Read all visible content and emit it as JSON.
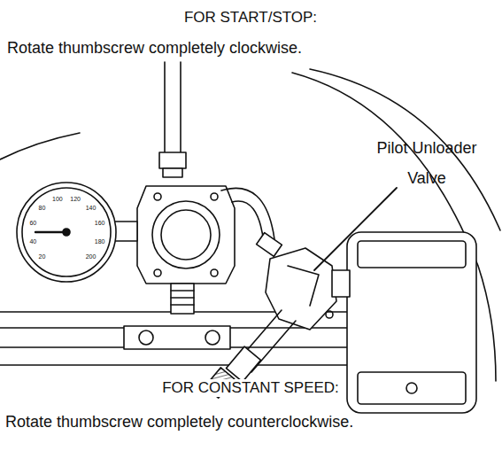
{
  "diagram": {
    "labels": [
      "FOR START/STOP:",
      "Rotate thumbscrew completely clockwise.",
      "Pilot Unloader Valve",
      "FOR CONSTANT SPEED:",
      "Rotate thumbscrew completely counterclockwise.",
      "20",
      "40",
      "60",
      "80",
      "100",
      "120",
      "140",
      "160",
      "180",
      "200"
    ]
  }
}
